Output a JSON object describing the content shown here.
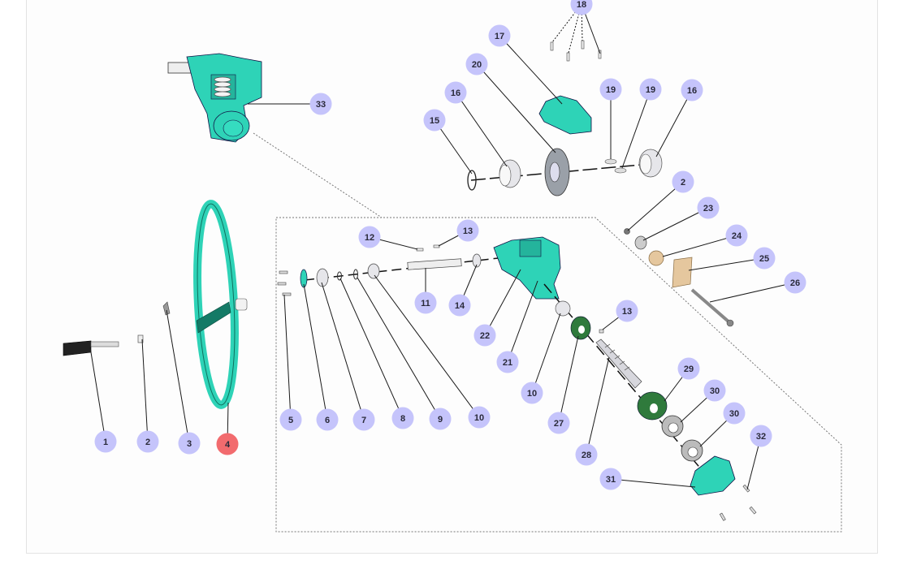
{
  "diagram": {
    "type": "exploded-parts-view",
    "colors": {
      "callout_default": "#c5c4fb",
      "callout_selected": "#f26b6e",
      "callout_text": "#2a2a3a",
      "part_teal": "#2ed3b7",
      "part_dark_green": "#2f7a3c",
      "part_tan": "#e5c79e",
      "part_grey": "#d9d9df",
      "leader_line": "#1a1a1a"
    },
    "selected_callout": "4",
    "callouts": [
      {
        "id": "c1",
        "label": "1"
      },
      {
        "id": "c2a",
        "label": "2"
      },
      {
        "id": "c3",
        "label": "3"
      },
      {
        "id": "c4",
        "label": "4"
      },
      {
        "id": "c5",
        "label": "5"
      },
      {
        "id": "c6",
        "label": "6"
      },
      {
        "id": "c7",
        "label": "7"
      },
      {
        "id": "c8",
        "label": "8"
      },
      {
        "id": "c9",
        "label": "9"
      },
      {
        "id": "c10a",
        "label": "10"
      },
      {
        "id": "c11",
        "label": "11"
      },
      {
        "id": "c12",
        "label": "12"
      },
      {
        "id": "c13a",
        "label": "13"
      },
      {
        "id": "c14",
        "label": "14"
      },
      {
        "id": "c15",
        "label": "15"
      },
      {
        "id": "c16a",
        "label": "16"
      },
      {
        "id": "c17",
        "label": "17"
      },
      {
        "id": "c18",
        "label": "18"
      },
      {
        "id": "c19a",
        "label": "19"
      },
      {
        "id": "c19b",
        "label": "19"
      },
      {
        "id": "c16b",
        "label": "16"
      },
      {
        "id": "c20",
        "label": "20"
      },
      {
        "id": "c2b",
        "label": "2"
      },
      {
        "id": "c23",
        "label": "23"
      },
      {
        "id": "c24",
        "label": "24"
      },
      {
        "id": "c25",
        "label": "25"
      },
      {
        "id": "c26",
        "label": "26"
      },
      {
        "id": "c22",
        "label": "22"
      },
      {
        "id": "c21",
        "label": "21"
      },
      {
        "id": "c10b",
        "label": "10"
      },
      {
        "id": "c13b",
        "label": "13"
      },
      {
        "id": "c27",
        "label": "27"
      },
      {
        "id": "c28",
        "label": "28"
      },
      {
        "id": "c29",
        "label": "29"
      },
      {
        "id": "c30a",
        "label": "30"
      },
      {
        "id": "c30b",
        "label": "30"
      },
      {
        "id": "c31",
        "label": "31"
      },
      {
        "id": "c32",
        "label": "32"
      },
      {
        "id": "c33",
        "label": "33"
      }
    ]
  }
}
